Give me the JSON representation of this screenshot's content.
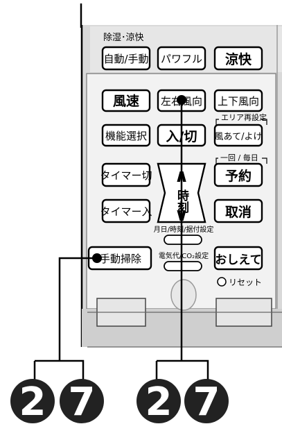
{
  "sections": {
    "dehumid_cool": "除湿･涼快",
    "area_setting": "エリア再設定",
    "once_daily": "一回 / 毎日"
  },
  "buttons": {
    "auto_manual": "自動/手動",
    "powerful": "パワフル",
    "ryokai": "涼快",
    "fan_speed": "風速",
    "lr_direction": "左右風向",
    "ud_direction": "上下風向",
    "function_select": "機能選択",
    "on_off": "入/切",
    "wind_avoid": "風あて/よけ",
    "timer_off": "タイマー切",
    "timer_on": "タイマー入",
    "time_up": "∧",
    "time_label": "時刻",
    "time_down": "∨",
    "reserve": "予約",
    "cancel": "取消",
    "date_setting": "月日/時刻/据付設定",
    "manual_clean": "手動掃除",
    "power_co2": "電気代/CO₂設定",
    "teach": "おしえて",
    "reset": "リセット"
  },
  "badges": [
    "2",
    "7",
    "2",
    "7"
  ]
}
